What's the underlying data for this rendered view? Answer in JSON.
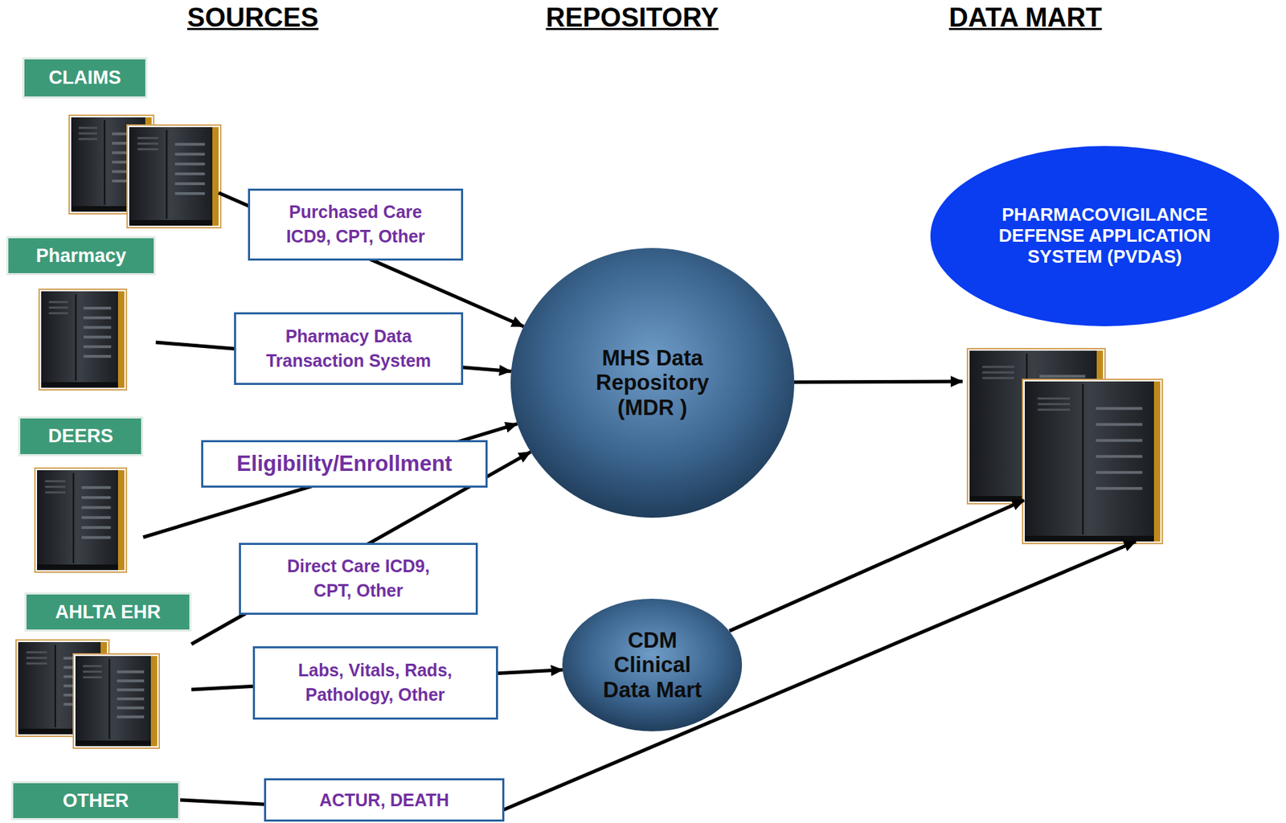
{
  "diagram": {
    "nodes": [
      {
        "text": [
          "CLAIMS"
        ]
      },
      {
        "text": [
          "Pharmacy"
        ]
      },
      {
        "text": [
          "DEERS"
        ]
      },
      {
        "text": [
          "AHLTA EHR"
        ]
      },
      {
        "text": [
          "OTHER"
        ]
      },
      {
        "text": [
          "MHS Data Repository (MDR )"
        ]
      },
      {
        "text": [
          "CDM Clinical Data Mart"
        ]
      },
      {
        "text": [
          "PHARMACOVIGILANCE DEFENSE APPLICATION SYSTEM (PVDAS)"
        ]
      }
    ],
    "edges": [
      {
        "from": 0,
        "to": 5,
        "label": "Purchased Care ICD9, CPT, Other",
        "arrow": "to"
      },
      {
        "from": 1,
        "to": 5,
        "label": "Pharmacy Data Transaction System",
        "arrow": "to"
      },
      {
        "from": 2,
        "to": 5,
        "label": "Eligibility/Enrollment",
        "arrow": "to"
      },
      {
        "from": 3,
        "to": 5,
        "label": "Direct Care ICD9, CPT, Other",
        "arrow": "to"
      },
      {
        "from": 3,
        "to": 6,
        "label": "Labs, Vitals, Rads, Pathology, Other",
        "arrow": "to"
      },
      {
        "from": 4,
        "to": 7,
        "label": "ACTUR, DEATH",
        "arrow": "to"
      },
      {
        "from": 5,
        "to": 7,
        "arrow": "to"
      },
      {
        "from": 6,
        "to": 7,
        "arrow": "to"
      }
    ],
    "labels": [
      "SOURCES",
      "REPOSITORY",
      "DATA MART"
    ]
  }
}
